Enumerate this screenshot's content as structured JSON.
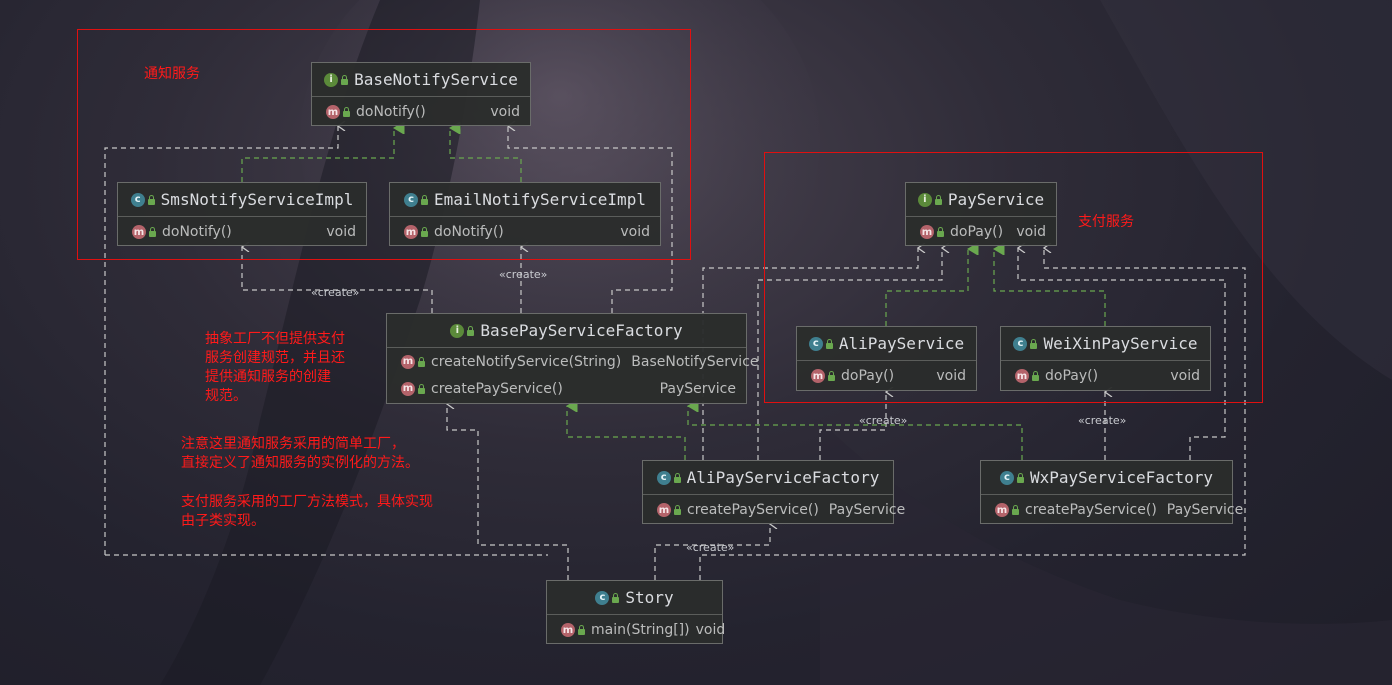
{
  "notes": {
    "notify_group": "通知服务",
    "pay_group": "支付服务",
    "abstract_factory": "抽象工厂不但提供支付\n服务创建规范，并且还\n提供通知服务的创建\n规范。",
    "simple_factory": "注意这里通知服务采用的简单工厂，\n直接定义了通知服务的实例化的方法。",
    "factory_method": "支付服务采用的工厂方法模式，具体实现\n由子类实现。"
  },
  "classes": {
    "base_notify": {
      "name": "BaseNotifyService",
      "kind": "i",
      "methods": [
        {
          "name": "doNotify()",
          "type": "void"
        }
      ]
    },
    "sms_notify": {
      "name": "SmsNotifyServiceImpl",
      "kind": "c",
      "methods": [
        {
          "name": "doNotify()",
          "type": "void"
        }
      ]
    },
    "email_notify": {
      "name": "EmailNotifyServiceImpl",
      "kind": "c",
      "methods": [
        {
          "name": "doNotify()",
          "type": "void"
        }
      ]
    },
    "pay_service": {
      "name": "PayService",
      "kind": "i",
      "methods": [
        {
          "name": "doPay()",
          "type": "void"
        }
      ]
    },
    "ali_pay": {
      "name": "AliPayService",
      "kind": "c",
      "methods": [
        {
          "name": "doPay()",
          "type": "void"
        }
      ]
    },
    "weixin_pay": {
      "name": "WeiXinPayService",
      "kind": "c",
      "methods": [
        {
          "name": "doPay()",
          "type": "void"
        }
      ]
    },
    "base_factory": {
      "name": "BasePayServiceFactory",
      "kind": "i",
      "methods": [
        {
          "name": "createNotifyService(String)",
          "type": "BaseNotifyService"
        },
        {
          "name": "createPayService()",
          "type": "PayService"
        }
      ]
    },
    "ali_factory": {
      "name": "AliPayServiceFactory",
      "kind": "c",
      "methods": [
        {
          "name": "createPayService()",
          "type": "PayService"
        }
      ]
    },
    "wx_factory": {
      "name": "WxPayServiceFactory",
      "kind": "c",
      "methods": [
        {
          "name": "createPayService()",
          "type": "PayService"
        }
      ]
    },
    "story": {
      "name": "Story",
      "kind": "c",
      "methods": [
        {
          "name": "main(String[])",
          "type": "void"
        }
      ]
    }
  },
  "edge_labels": {
    "create": "«create»"
  },
  "colors": {
    "group_border": "#e01010",
    "note_text": "#ff1a1a",
    "dependency": "#c8c8c8",
    "realization": "#6aa84f"
  }
}
